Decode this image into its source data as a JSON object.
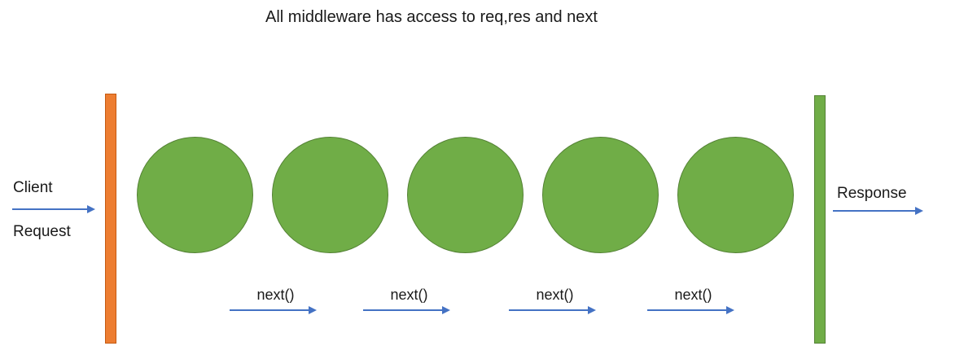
{
  "title": "All middleware has access to req,res and next",
  "left": {
    "client": "Client",
    "request": "Request"
  },
  "right": {
    "response": "Response"
  },
  "middleware": {
    "circle_count": 5,
    "next_calls": [
      "next()",
      "next()",
      "next()",
      "next()"
    ]
  },
  "colors": {
    "background": "#FFFFFF",
    "text": "#1A1A1A",
    "circle_fill": "#70AD47",
    "circle_border": "#548235",
    "request_bar_fill": "#ED7D31",
    "request_bar_border": "#C55A11",
    "response_bar_fill": "#70AD47",
    "response_bar_border": "#548235",
    "arrow": "#4472C4"
  }
}
